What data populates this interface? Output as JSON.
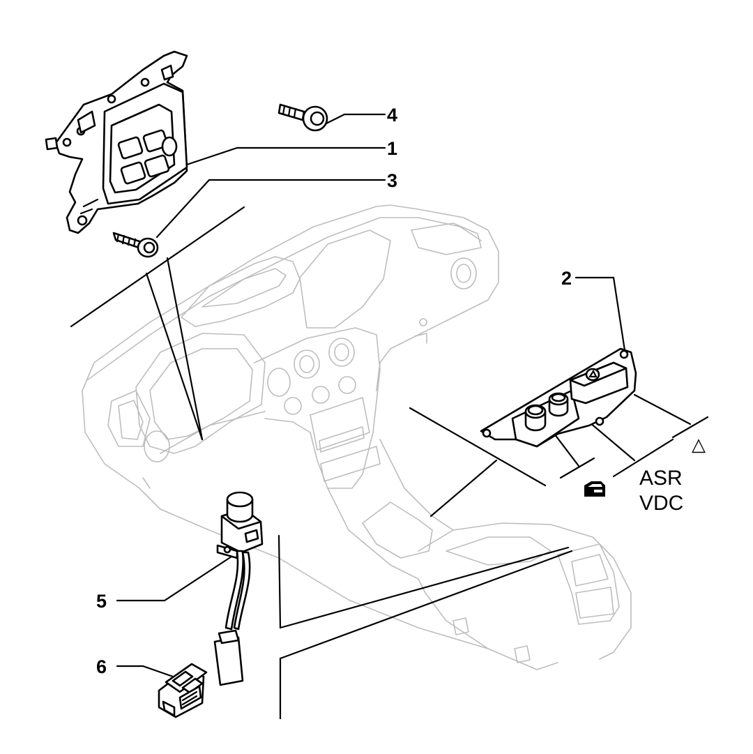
{
  "callouts": {
    "c1": "1",
    "c2": "2",
    "c3": "3",
    "c4": "4",
    "c5": "5",
    "c6": "6"
  },
  "switch_labels": {
    "asr": "ASR",
    "vdc": "VDC",
    "hazard_symbol": "△"
  },
  "icons": {
    "door_lock": "door-lock-icon",
    "hazard": "hazard-warning-icon"
  }
}
